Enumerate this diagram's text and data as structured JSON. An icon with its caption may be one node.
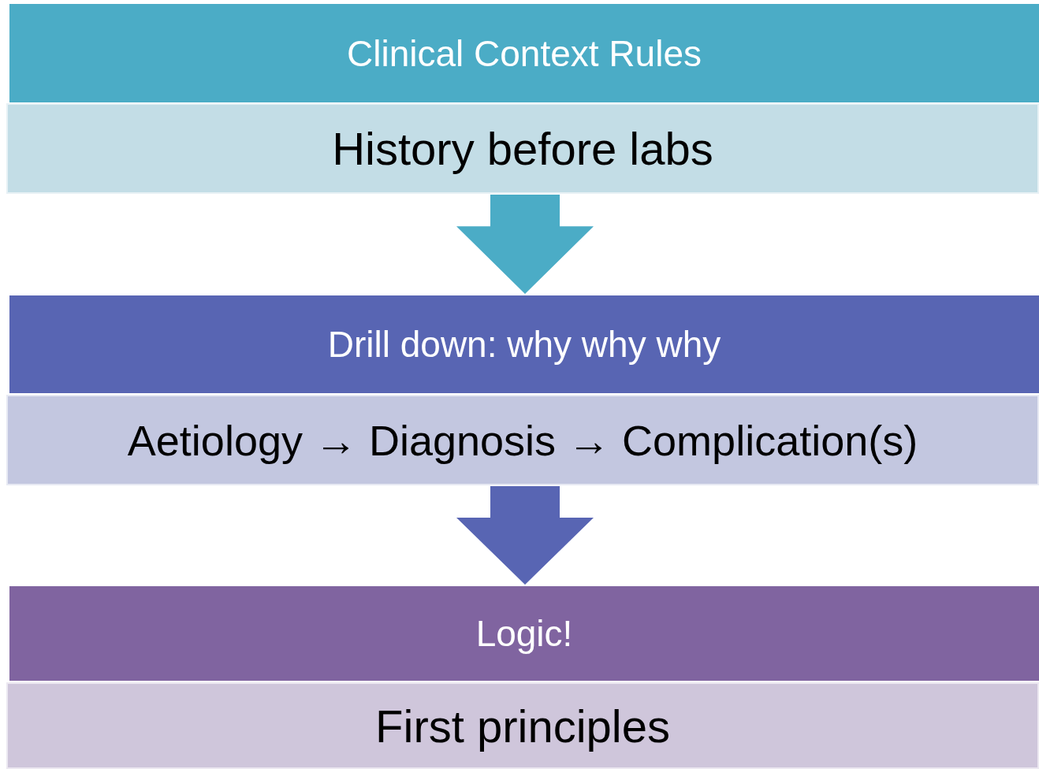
{
  "diagram": {
    "nodes": [
      {
        "text": [
          "Clinical Context Rules"
        ]
      },
      {
        "text": [
          "History before labs"
        ]
      },
      {
        "text": [
          "Drill down: why why why"
        ]
      },
      {
        "text": [
          "Aetiology → Diagnosis → Complication(s)"
        ]
      },
      {
        "text": [
          "Logic!"
        ]
      },
      {
        "text": [
          "First principles"
        ]
      }
    ],
    "edges": [
      {
        "from": 1,
        "to": 2,
        "arrow": "to",
        "style": "thick",
        "color": "#4bacc6"
      },
      {
        "from": 3,
        "to": 4,
        "arrow": "to",
        "style": "thick",
        "color": "#5865b3"
      }
    ]
  }
}
